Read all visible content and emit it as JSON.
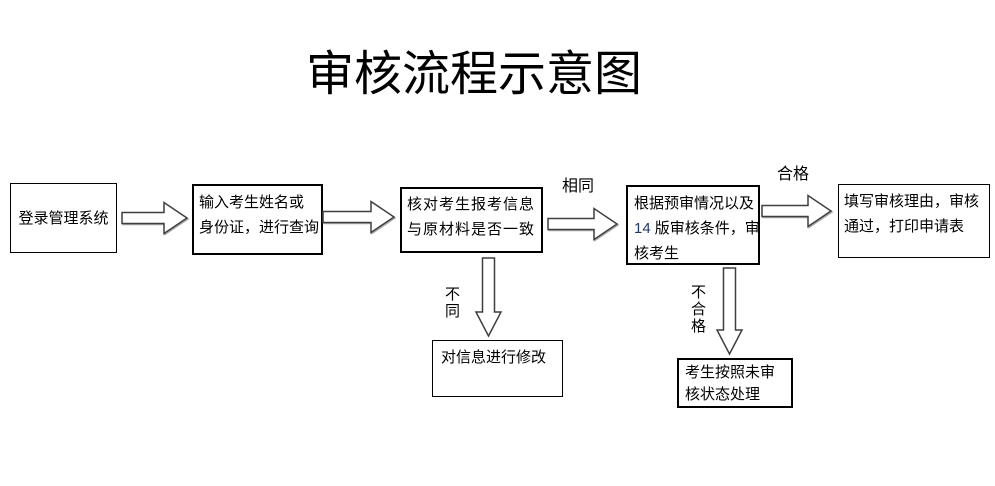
{
  "title": "审核流程示意图",
  "flow": {
    "box_login": {
      "lines": [
        "登录管理系统"
      ]
    },
    "box_query": {
      "lines": [
        "输入考生姓名或",
        "身份证，进行查询"
      ]
    },
    "box_verify": {
      "lines": [
        "核对考生报考信息",
        "与原材料是否一致"
      ]
    },
    "box_review": {
      "line1": "根据预审情况以及",
      "version_num": "14",
      "line2_rest": "版审核条件，审",
      "line3": "核考生"
    },
    "box_approve": {
      "lines": [
        "填写审核理由，审核",
        "通过，打印申请表"
      ]
    },
    "box_modify": {
      "lines": [
        "对信息进行修改"
      ]
    },
    "box_unreviewed": {
      "lines": [
        "考生按照未审",
        "核状态处理"
      ]
    }
  },
  "labels": {
    "same": "相同",
    "qualified": "合格",
    "different": "不同",
    "unqualified": "不合格"
  },
  "colors": {
    "version_highlight": "#1f3864",
    "box_border": "#000000",
    "arrow_outline": "#3f3f3f",
    "background": "#ffffff"
  }
}
